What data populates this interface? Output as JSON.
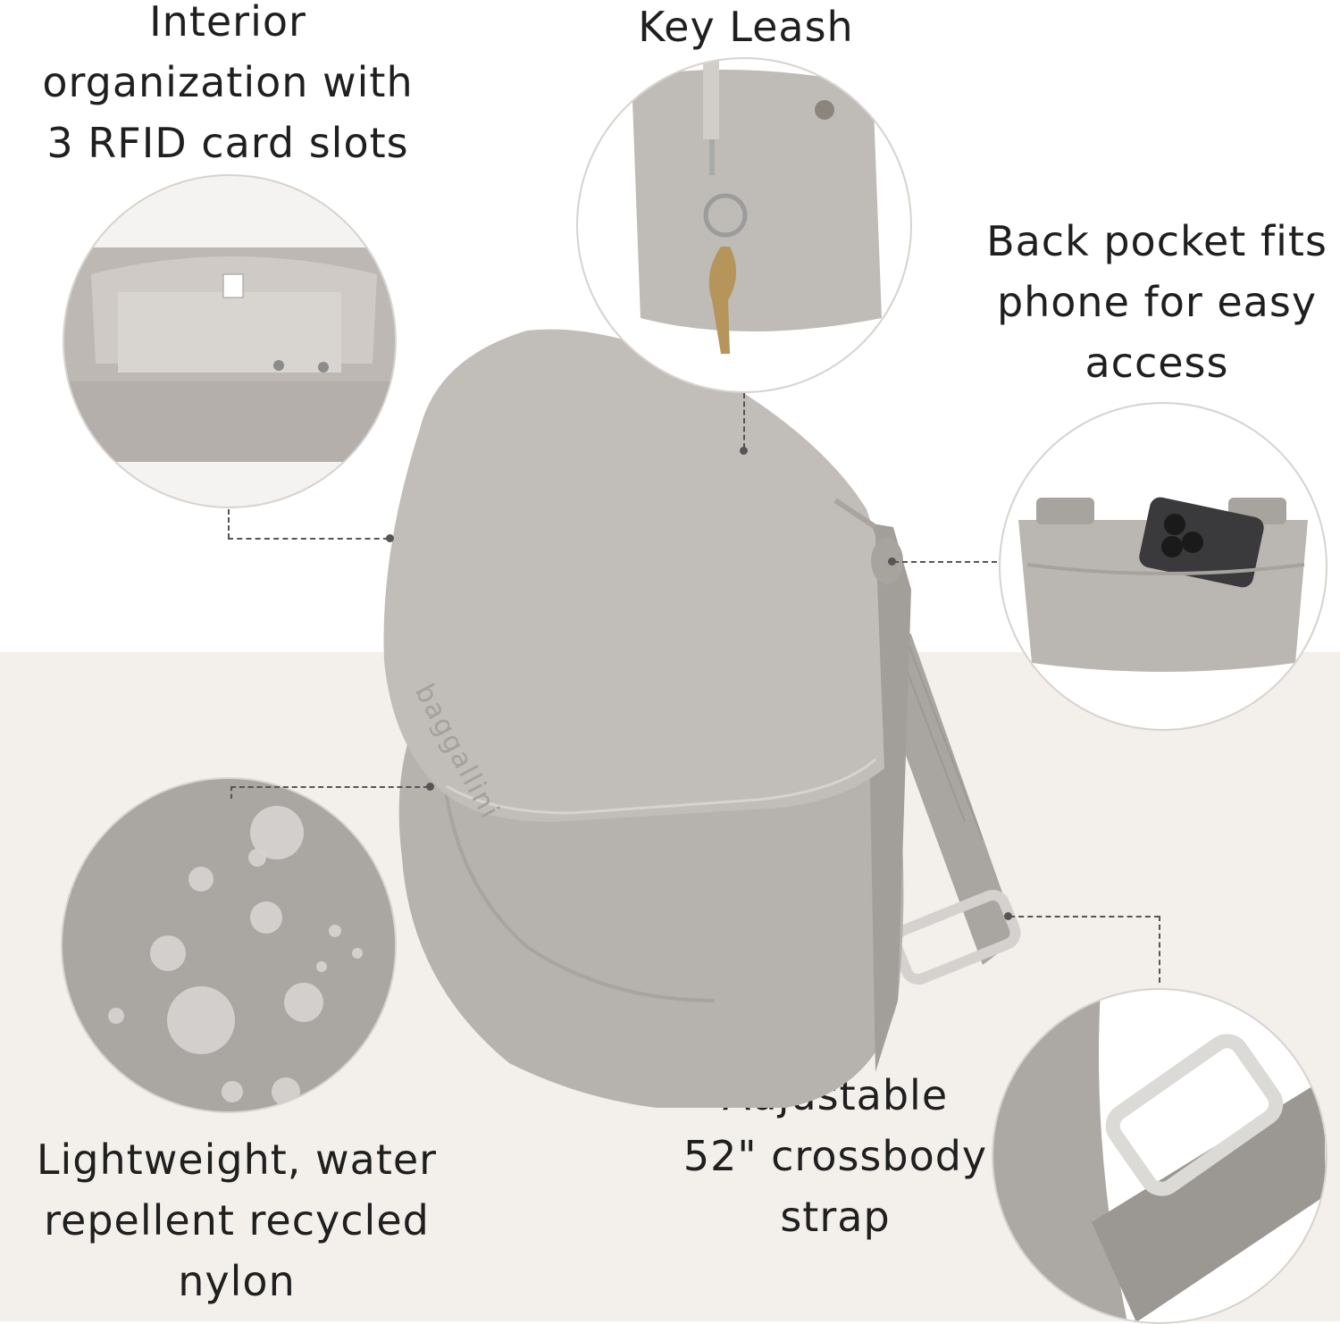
{
  "captions": {
    "interior": "Interior\norganization with\n3 RFID card slots",
    "key_leash": "Key Leash",
    "back_pocket": "Back pocket fits\nphone for easy\naccess",
    "lightweight": "Lightweight, water\nrepellent recycled\nnylon",
    "adjustable": "Adjustable\n52\" crossbody\nstrap"
  },
  "bag_logo": "baggallini",
  "colors": {
    "bag": "#b9b5b1",
    "background_top": "#ffffff",
    "background_bottom": "#f3efea"
  }
}
